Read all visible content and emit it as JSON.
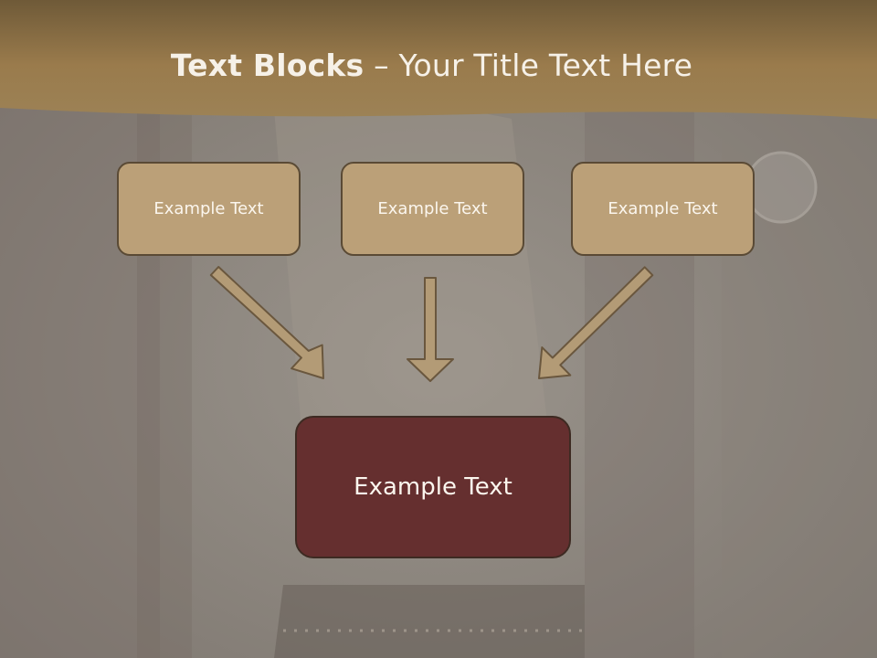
{
  "slide": {
    "title_bold": "Text Blocks",
    "title_dash": " – ",
    "title_rest": "Your Title Text Here"
  },
  "diagram": {
    "top_boxes": [
      {
        "label": "Example Text"
      },
      {
        "label": "Example Text"
      },
      {
        "label": "Example Text"
      }
    ],
    "main_box": {
      "label": "Example Text"
    }
  },
  "colors": {
    "header": "#8f7247",
    "box_fill": "#bba078",
    "box_border": "#5a4a35",
    "main_box_fill": "#652f2f",
    "arrow_fill": "#b39b76",
    "arrow_stroke": "#6a573e",
    "text_light": "#fbf6ee"
  }
}
